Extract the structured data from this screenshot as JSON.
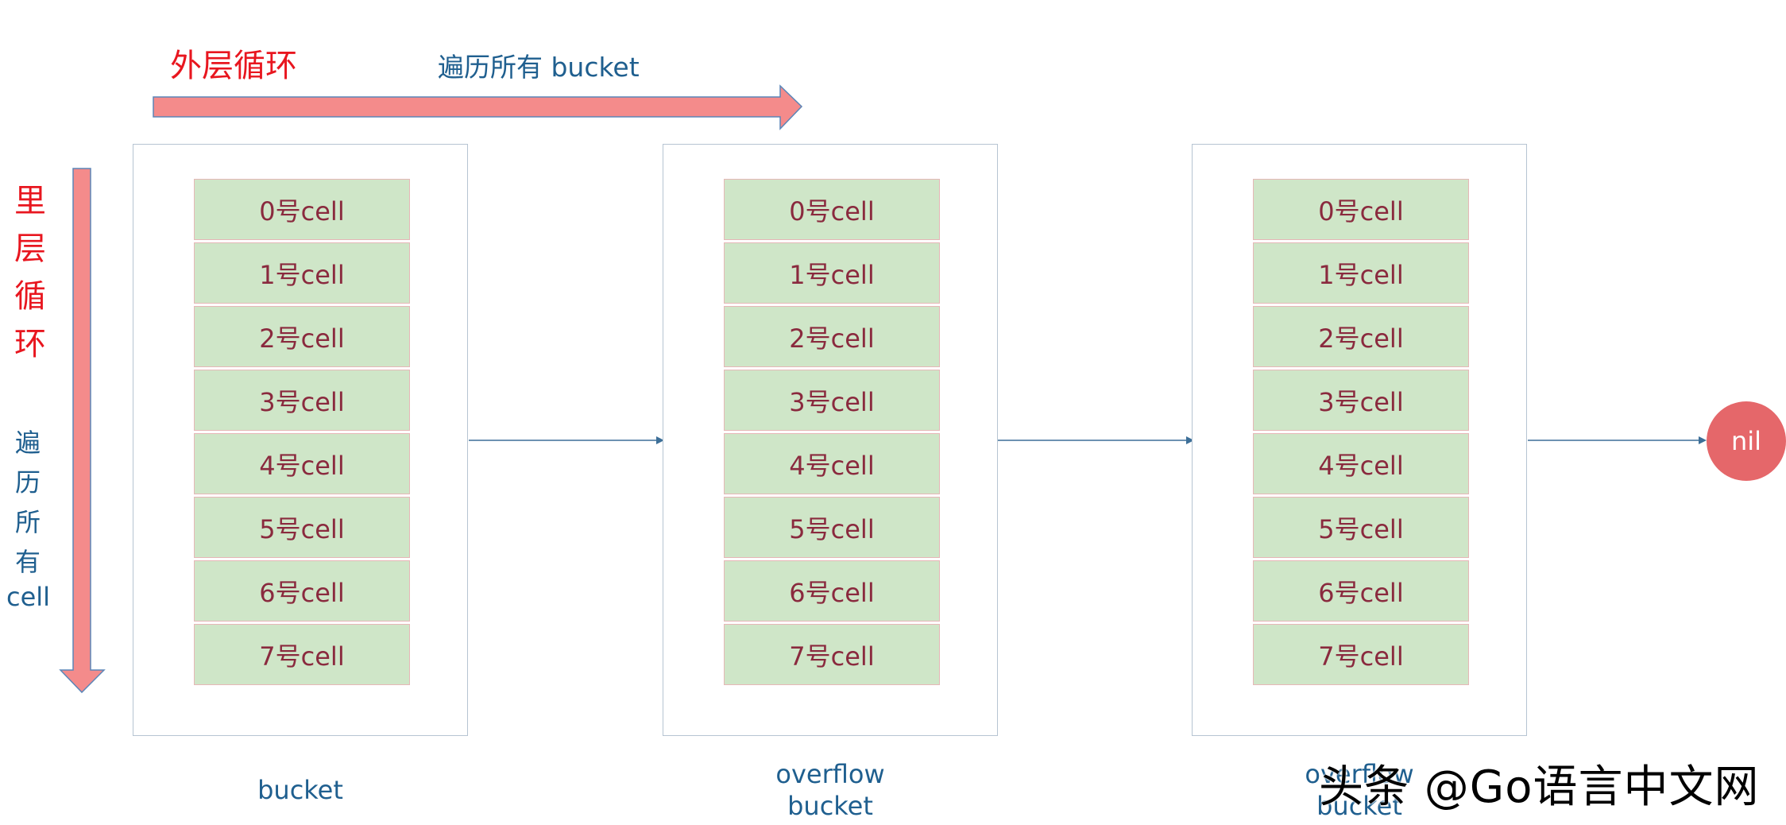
{
  "outer_loop": {
    "title": "外层循环",
    "subtitle": "遍历所有 bucket"
  },
  "inner_loop": {
    "title_chars": [
      "里",
      "层",
      "循",
      "环"
    ],
    "subtitle_lines": [
      "遍",
      "历",
      "所",
      "有",
      "cell"
    ]
  },
  "buckets": [
    {
      "label_lines": [
        "bucket"
      ],
      "cells": [
        "0号cell",
        "1号cell",
        "2号cell",
        "3号cell",
        "4号cell",
        "5号cell",
        "6号cell",
        "7号cell"
      ]
    },
    {
      "label_lines": [
        "overflow",
        "bucket"
      ],
      "cells": [
        "0号cell",
        "1号cell",
        "2号cell",
        "3号cell",
        "4号cell",
        "5号cell",
        "6号cell",
        "7号cell"
      ]
    },
    {
      "label_lines": [
        "overflow",
        "bucket"
      ],
      "cells": [
        "0号cell",
        "1号cell",
        "2号cell",
        "3号cell",
        "4号cell",
        "5号cell",
        "6号cell",
        "7号cell"
      ]
    }
  ],
  "terminal": {
    "label": "nil"
  },
  "watermark": "头条 @Go语言中文网",
  "colors": {
    "red_title": "#e8161f",
    "blue_text": "#1f5f8f",
    "arrow_fill": "#f48b8b",
    "arrow_stroke": "#5b86b8",
    "cell_fill": "#cfe6c8",
    "cell_text": "#8a2a3e",
    "nil_fill": "#e5676a"
  }
}
